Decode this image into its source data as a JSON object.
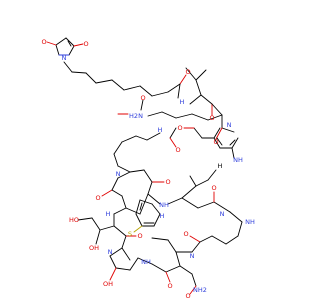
{
  "molecule": {
    "labels": {
      "o": "O",
      "n": "N",
      "nh": "NH",
      "h": "H",
      "h2n": "H2N",
      "nh2": "NH2",
      "s": "S",
      "ho": "HO",
      "oh": "OH",
      "h_methyl": "H"
    },
    "colors": {
      "carbon": "#000000",
      "oxygen": "#e00000",
      "nitrogen": "#2f3fdc",
      "sulfur": "#b8a400"
    }
  }
}
